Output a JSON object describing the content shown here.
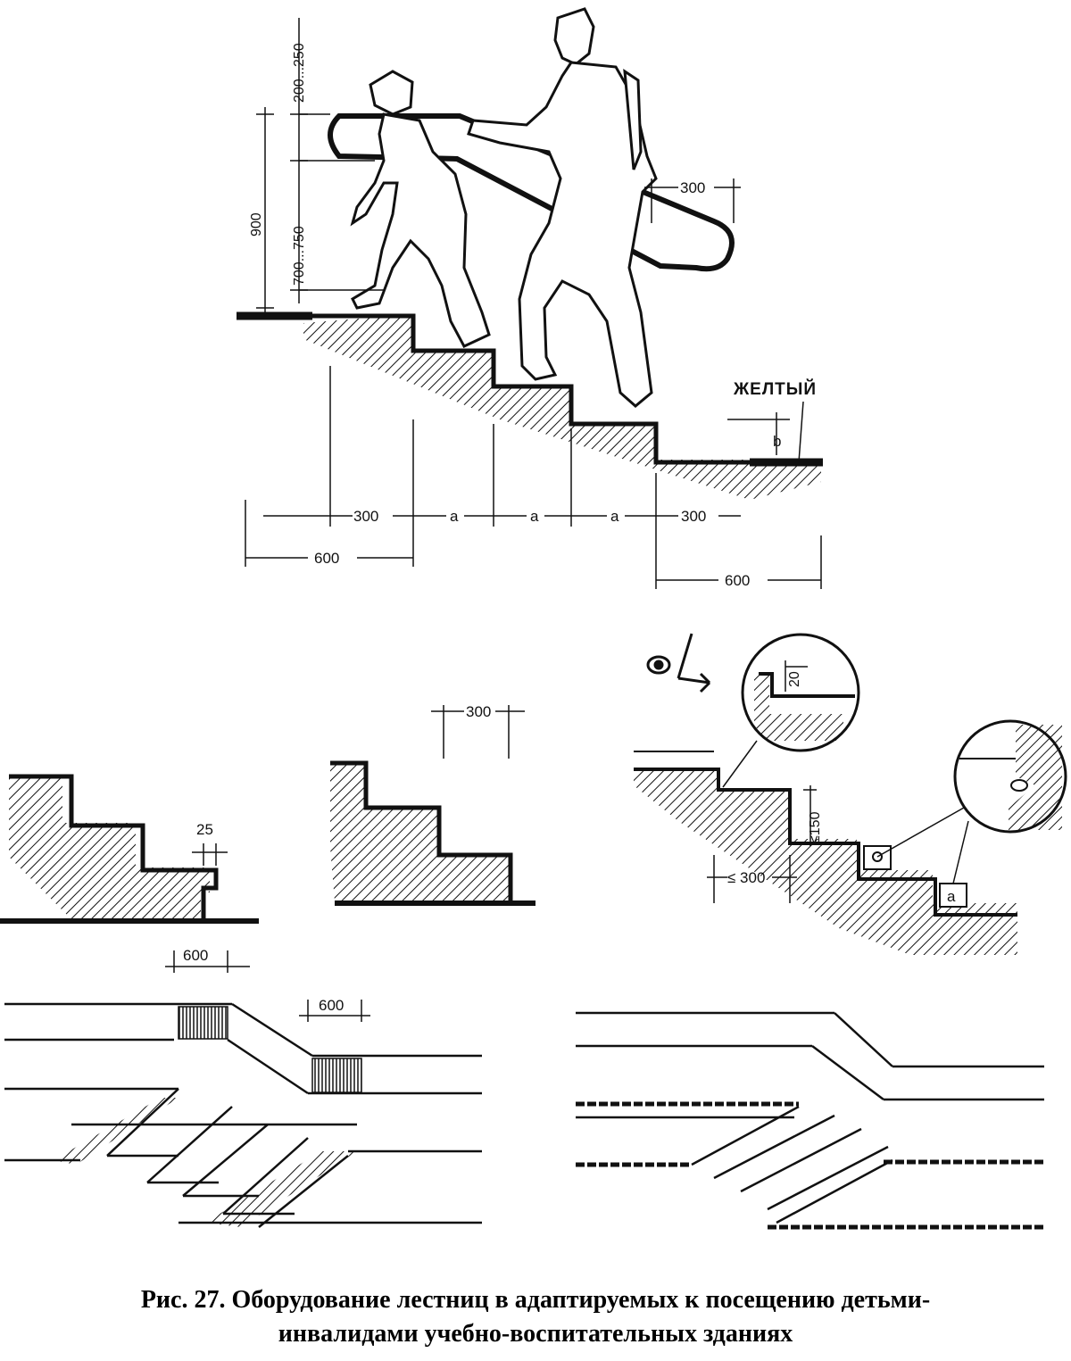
{
  "caption": {
    "line1": "Рис. 27. Оборудование лестниц в адаптируемых к посещению детьми-",
    "line2": "инвалидами учебно-воспитательных зданиях"
  },
  "top_drawing": {
    "dim_900": "900",
    "dim_750": "700...750",
    "dim_250": "200...250",
    "dim_300_handrail": "300",
    "label_yellow": "ЖЕЛТЫЙ",
    "label_b": "b",
    "dim_300_left": "300",
    "dim_a_1": "a",
    "dim_a_2": "a",
    "dim_a_3": "a",
    "dim_300_right": "300",
    "dim_600_left": "600",
    "dim_600_right": "600"
  },
  "middle_drawings": {
    "dim_25": "25",
    "dim_300_solid": "300",
    "dim_20": "20",
    "dim_150": "≤150",
    "dim_300_tread": "≤ 300",
    "label_a": "a"
  },
  "bottom_drawings": {
    "dim_600_upper": "600",
    "dim_600_lower": "600"
  },
  "colors": {
    "ink": "#111111",
    "paper": "#ffffff"
  }
}
